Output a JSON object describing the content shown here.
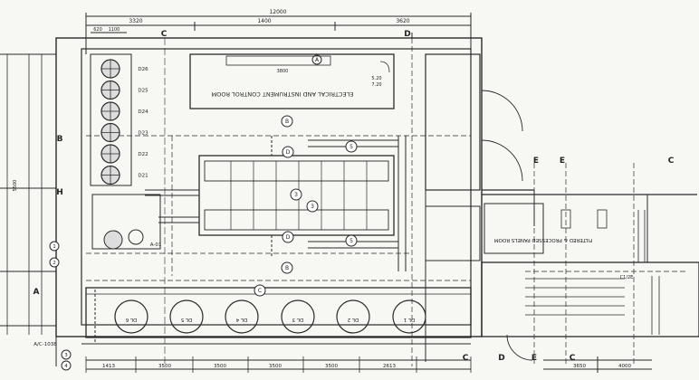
{
  "drawing": {
    "ink_color": "#2a2a2a",
    "paper_color": "#f7f7f4",
    "dim_top": {
      "overall": "12000",
      "segments": [
        "3320",
        "1400",
        "3620"
      ],
      "small": [
        "620",
        "1100"
      ]
    },
    "dim_bottom": [
      "1413",
      "3500",
      "3500",
      "3500",
      "3500",
      "2613"
    ],
    "dim_bottom_right": [
      "3650",
      "4000"
    ],
    "grid_labels_top": [
      "C",
      "D"
    ],
    "grid_labels_right": [
      "E",
      "E",
      "C"
    ],
    "grid_labels_bottom": [
      "C",
      "D",
      "E",
      "C"
    ],
    "grid_labels_left": [
      "B",
      "H",
      "A"
    ],
    "grid_numbers_left": [
      "1",
      "2",
      "3",
      "4"
    ],
    "control_room_label": "ELECTRICAL AND INSTRUMENT CONTROL ROOM",
    "control_room_dim": "3800",
    "room_levels": [
      "5.20",
      "7.20"
    ],
    "room_tag": "A",
    "transformer_tags": [
      "D26",
      "D25",
      "D24",
      "D23",
      "D22",
      "D21"
    ],
    "reactor_tags": [
      "3",
      "3"
    ],
    "bay_tags": [
      "5",
      "5",
      "D",
      "D",
      "B",
      "B",
      "C"
    ],
    "cell_tags": [
      "DL 6",
      "DL 5",
      "DL 4",
      "DL 3",
      "DL 2",
      "DL 1"
    ],
    "right_room_label": "FILTERED & PROCESSED PANELS ROOM",
    "right_room_mark": "C1/2E",
    "left_note": "A/C-1038",
    "side_dim_left": "5500",
    "corner_label": "A-01"
  }
}
